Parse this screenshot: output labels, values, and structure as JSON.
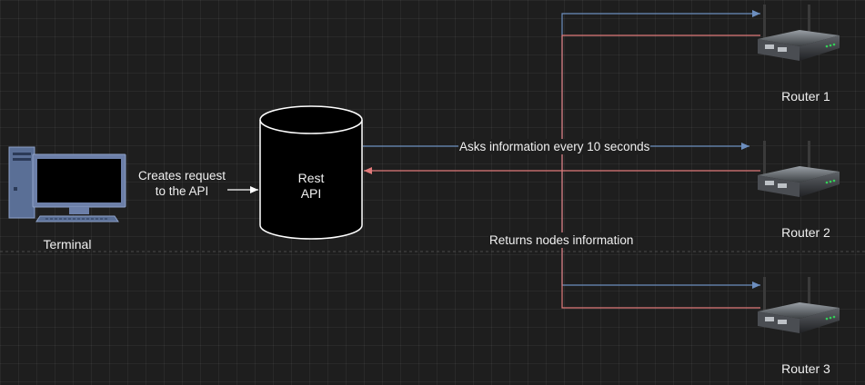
{
  "colors": {
    "background": "#1e1e1e",
    "request_line": "#6c8ebf",
    "response_line": "#e07a7a",
    "text": "#f0f0f0",
    "terminal_frame": "#6c7fa8",
    "cylinder_fill": "#000000",
    "cylinder_stroke": "#ffffff"
  },
  "nodes": {
    "terminal": {
      "label": "Terminal",
      "icon": "desktop-computer-icon"
    },
    "api": {
      "label_line1": "Rest",
      "label_line2": "API",
      "shape": "database-cylinder"
    },
    "routers": [
      {
        "label": "Router 1",
        "icon": "wifi-router-icon"
      },
      {
        "label": "Router 2",
        "icon": "wifi-router-icon"
      },
      {
        "label": "Router 3",
        "icon": "wifi-router-icon"
      }
    ]
  },
  "edges": {
    "terminal_to_api": {
      "label_line1": "Creates request",
      "label_line2": "to the API"
    },
    "api_to_routers": {
      "label": "Asks information every 10 seconds"
    },
    "routers_to_api": {
      "label": "Returns nodes information"
    }
  }
}
